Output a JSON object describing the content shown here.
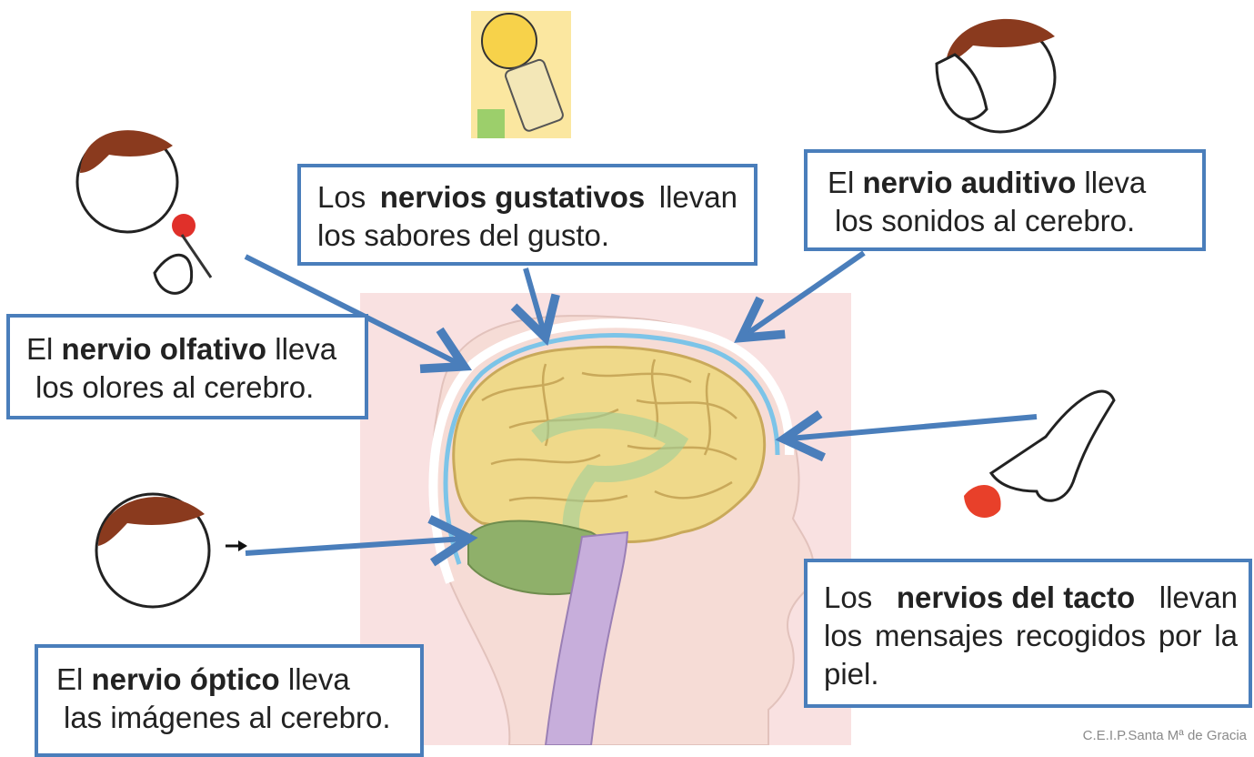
{
  "gustativos": {
    "pre": "Los",
    "bold": "nervios gustativos",
    "post": "llevan",
    "line2": "los sabores del gusto."
  },
  "auditivo": {
    "pre": "El ",
    "bold": "nervio auditivo",
    "post": " lleva",
    "line2": "los sonidos al cerebro."
  },
  "olfativo": {
    "pre": "El ",
    "bold": "nervio olfativo",
    "post": " lleva",
    "line2": "los olores al cerebro."
  },
  "tacto": {
    "pre": "Los",
    "bold": "nervios del tacto",
    "post": "llevan",
    "line2a": "los",
    "line2b": "mensajes",
    "line2c": "recogidos",
    "line2d": "por",
    "line2e": "la",
    "line3": "piel."
  },
  "optico": {
    "pre": "El ",
    "bold": "nervio óptico",
    "post": " lleva",
    "line2": "las imágenes al cerebro."
  },
  "footer": "C.E.I.P.Santa Mª de Gracia",
  "colors": {
    "box_border": "#4a7ebb",
    "arrow": "#4a7ebb",
    "brain": "#efd98a",
    "cerebellum": "#8fb06a",
    "skin": "#f7d9d9",
    "hair": "#8a3a1e"
  }
}
